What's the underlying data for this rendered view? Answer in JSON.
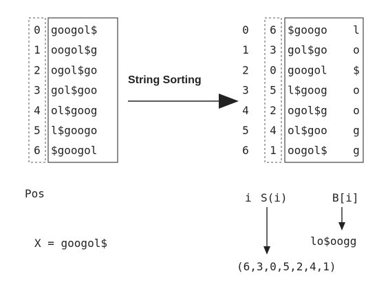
{
  "left": {
    "indices": [
      "0",
      "1",
      "2",
      "3",
      "4",
      "5",
      "6"
    ],
    "rotations": [
      "googol$",
      "oogol$g",
      "ogol$go",
      "gol$goo",
      "ol$goog",
      "l$googo",
      "$googol"
    ],
    "pos_label": "Pos"
  },
  "arrow_label": "String Sorting",
  "right": {
    "row_numbers": [
      "0",
      "1",
      "2",
      "3",
      "4",
      "5",
      "6"
    ],
    "suffix_indices": [
      "6",
      "3",
      "0",
      "5",
      "2",
      "4",
      "1"
    ],
    "sorted": [
      "$googo",
      "gol$go",
      "googol",
      "l$goog",
      "ogol$g",
      "ol$goo",
      "oogol$"
    ],
    "last_chars": [
      "l",
      "o",
      "$",
      "o",
      "o",
      "g",
      "g"
    ],
    "i_label": "i",
    "s_label": "S(i)",
    "b_label": "B[i]"
  },
  "x_label": "X = googol$",
  "bwt": "lo$oogg",
  "suffix_array": "(6,3,0,5,2,4,1)"
}
